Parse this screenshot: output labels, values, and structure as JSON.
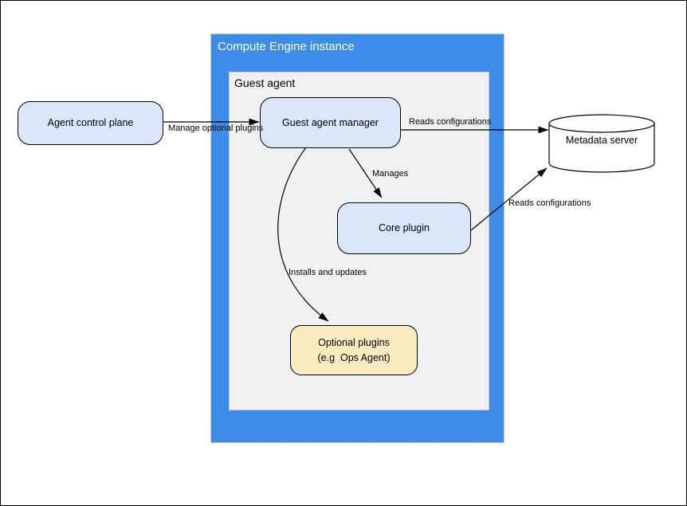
{
  "containers": {
    "compute_engine_instance": {
      "title": "Compute Engine instance"
    },
    "guest_agent": {
      "title": "Guest agent"
    }
  },
  "nodes": {
    "agent_control_plane": {
      "label": "Agent control plane"
    },
    "guest_agent_manager": {
      "label": "Guest agent manager"
    },
    "core_plugin": {
      "label": "Core plugin"
    },
    "optional_plugins": {
      "line1": "Optional plugins",
      "line2": "(e.g  Ops Agent)"
    },
    "metadata_server": {
      "label": "Metadata server"
    }
  },
  "edges": {
    "manage_optional_plugins": "Manage optional plugins",
    "manager_reads_configurations": "Reads configurations",
    "manages": "Manages",
    "installs_and_updates": "Installs and updates",
    "core_reads_configurations": "Reads configurations"
  },
  "colors": {
    "container_blue": "#3e8ce9",
    "guest_agent_gray": "#f0f1f3",
    "node_blue_fill": "#dbe6fb",
    "node_yellow_fill": "#f9eabf",
    "arrow_black": "#000000",
    "title_white": "#ffffff"
  }
}
